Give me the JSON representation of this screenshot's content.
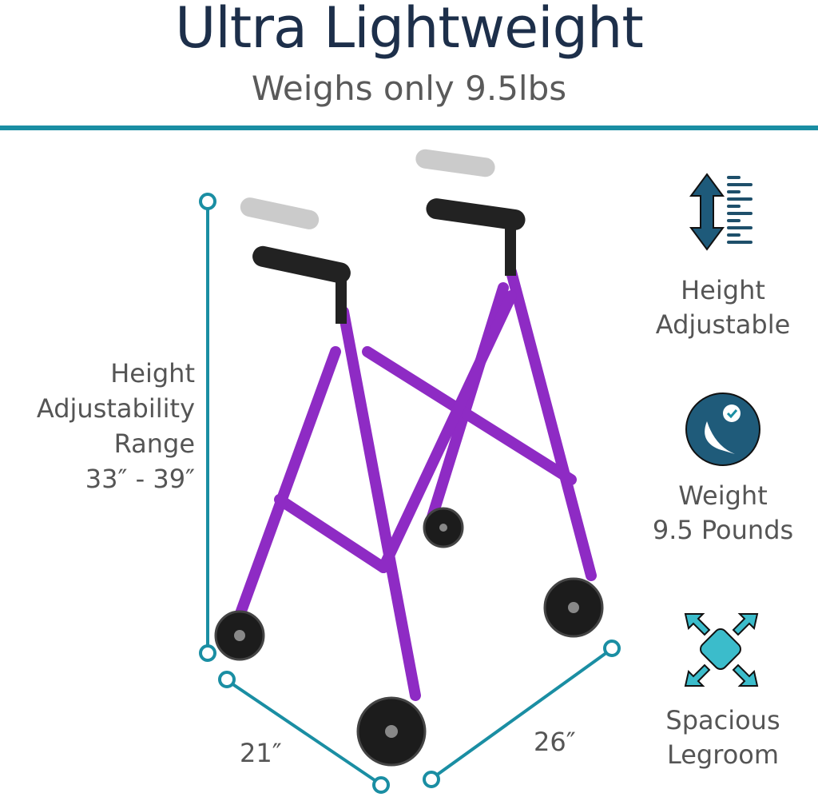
{
  "header": {
    "title": "Ultra Lightweight",
    "subtitle": "Weighs only 9.5lbs"
  },
  "dimensions": {
    "height_label": [
      "Height",
      "Adjustability",
      "Range",
      "33″ - 39″"
    ],
    "width": "21″",
    "depth": "26″"
  },
  "features": [
    {
      "icon": "height-adjust-icon",
      "lines": [
        "Height",
        "Adjustable"
      ]
    },
    {
      "icon": "feather-icon",
      "lines": [
        "Weight",
        "9.5 Pounds"
      ]
    },
    {
      "icon": "expand-arrows-icon",
      "lines": [
        "Spacious",
        "Legroom"
      ]
    }
  ],
  "colors": {
    "accent": "#1a8ea3",
    "navy": "#1d2f4a",
    "frame": "#8e2bc4"
  }
}
